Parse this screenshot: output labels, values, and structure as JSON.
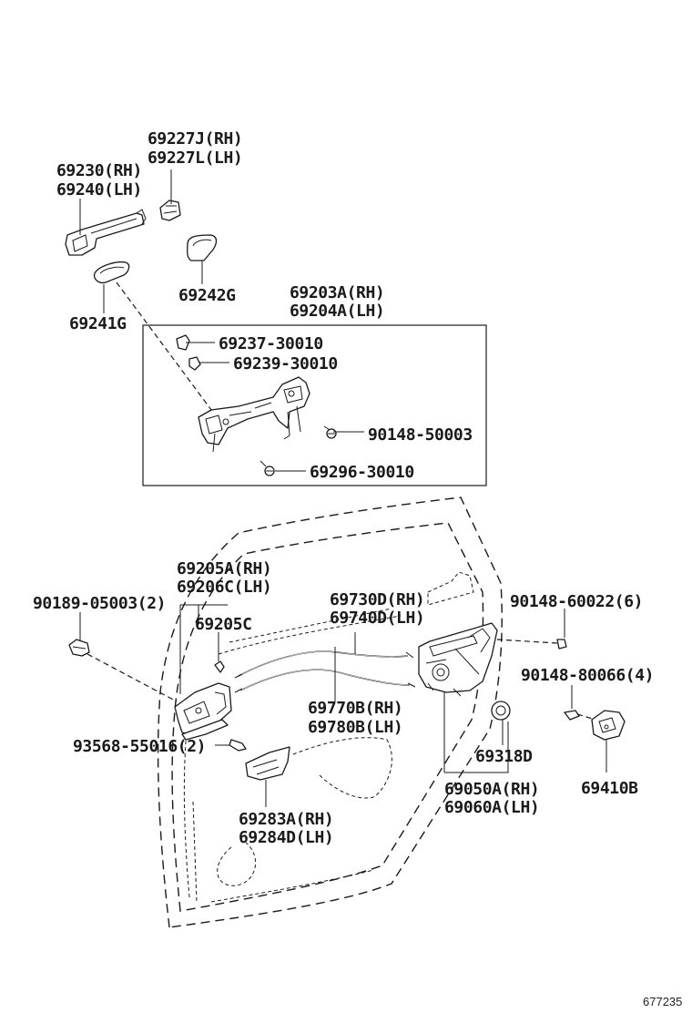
{
  "labels": {
    "l69227": [
      "69227J(RH)",
      "69227L(LH)"
    ],
    "l69230": [
      "69230(RH)",
      "69240(LH)"
    ],
    "l69242": "69242G",
    "l69241": "69241G",
    "l69203": [
      "69203A(RH)",
      "69204A(LH)"
    ],
    "l69237": "69237-30010",
    "l69239": "69239-30010",
    "l90148a": "90148-50003",
    "l69296": "69296-30010",
    "l69205": [
      "69205A(RH)",
      "69206C(LH)"
    ],
    "l69205c": "69205C",
    "l90189": "90189-05003(2)",
    "l69730": [
      "69730D(RH)",
      "69740D(LH)"
    ],
    "l90148b": "90148-60022(6)",
    "l90148c": "90148-80066(4)",
    "l69770": [
      "69770B(RH)",
      "69780B(LH)"
    ],
    "l93568": "93568-55016(2)",
    "l69318": "69318D",
    "l69050": [
      "69050A(RH)",
      "69060A(LH)"
    ],
    "l69410": "69410B",
    "l69283": [
      "69283A(RH)",
      "69284D(LH)"
    ]
  },
  "ref_number": "677235"
}
